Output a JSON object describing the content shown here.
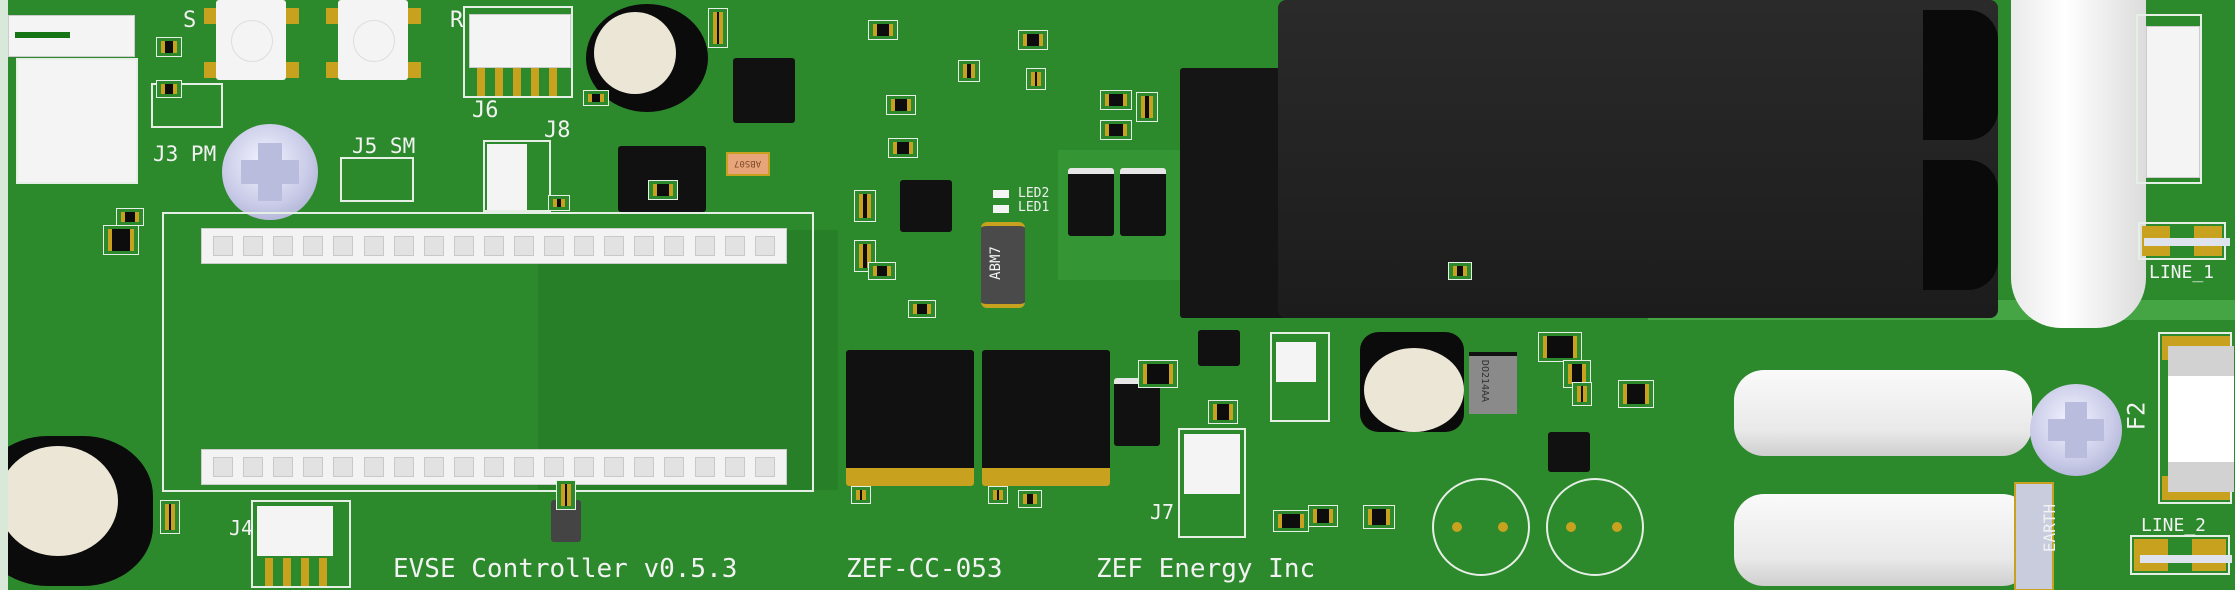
{
  "board": {
    "colors": {
      "soldermask": "#2c8a2c",
      "silkscreen": "#f2f2f2",
      "pad": "#c8a21e"
    },
    "footer": {
      "product": "EVSE Controller v0.5.3",
      "part_number": "ZEF-CC-053",
      "company": "ZEF Energy Inc"
    },
    "labels": {
      "button_s": "S",
      "button_r": "R",
      "j3": "J3 PM",
      "j5": "J5 SM",
      "j6": "J6",
      "j8": "J8",
      "j4": "J4",
      "j7": "J7",
      "led2": "LED2",
      "led1": "LED1",
      "crystal": "ABM7",
      "crystal_small": "ABS07",
      "diode": "DO214AA",
      "line1": "LINE_1",
      "line2": "LINE_2",
      "fuse": "F2",
      "earth": "EARTH"
    }
  }
}
